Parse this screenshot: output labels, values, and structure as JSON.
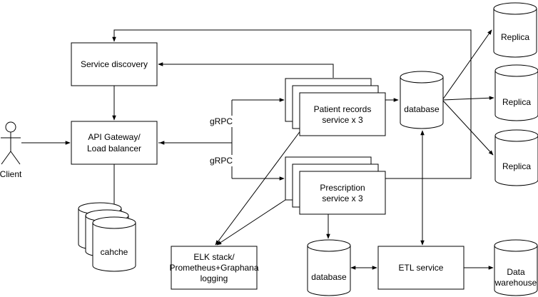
{
  "nodes": {
    "service_discovery": "Service discovery",
    "gateway_line1": "API Gateway/",
    "gateway_line2": "Load balancer",
    "client": "Client",
    "cache": "cahche",
    "patient_line1": "Patient records",
    "patient_line2": "service x 3",
    "prescription_line1": "Prescription",
    "prescription_line2": "service x 3",
    "database_top": "database",
    "database_bottom": "database",
    "replica_1": "Replica",
    "replica_2": "Replica",
    "replica_3": "Replica",
    "elk_line1": "ELK stack/",
    "elk_line2": "Prometheus+Graphana",
    "elk_line3": "logging",
    "etl": "ETL service",
    "warehouse_line1": "Data",
    "warehouse_line2": "warehouse"
  },
  "edge_labels": {
    "grpc_top": "gRPC",
    "grpc_bottom": "gRPC"
  },
  "colors": {
    "stroke": "#000000",
    "fill": "#ffffff",
    "text": "#000000"
  }
}
